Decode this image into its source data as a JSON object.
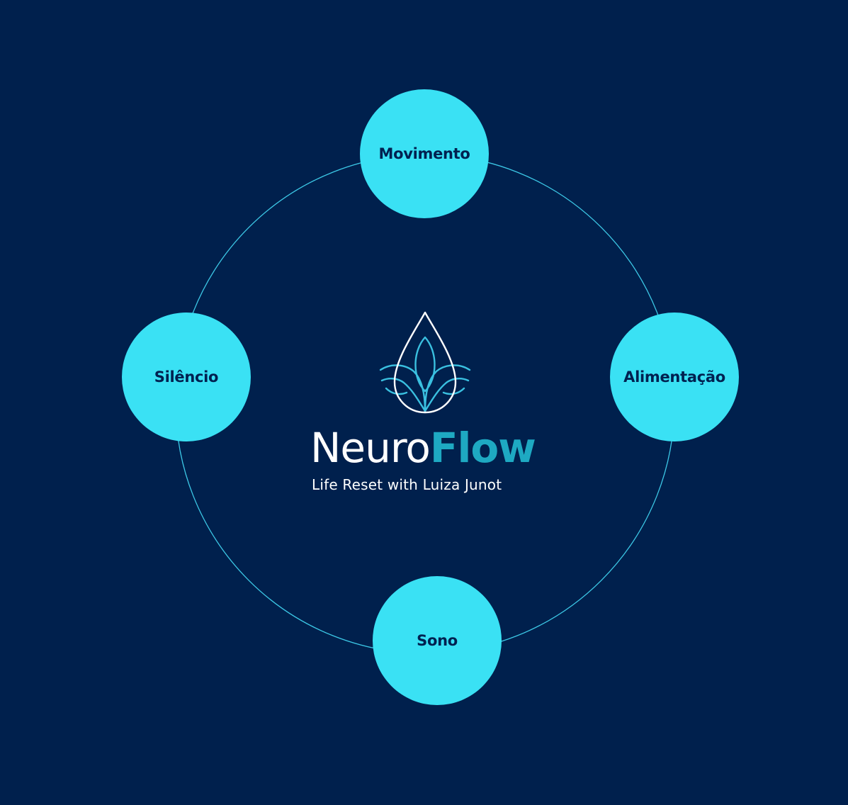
{
  "colors": {
    "background": "#00204D",
    "node_fill": "#3AE1F4",
    "node_text": "#012150",
    "ring_stroke": "#3CC8E6",
    "logo_white": "#FFFFFF",
    "logo_accent": "#3AC0E0",
    "brand_accent": "#1EA9C2",
    "text_white": "#FFFFFF"
  },
  "brand": {
    "title_part_1": "Neuro",
    "title_part_2": "Flow",
    "subtitle": "Life Reset with Luiza Junot",
    "logo_icon": "water-drop-lotus-icon"
  },
  "nodes": [
    {
      "id": "movimento",
      "label": "Movimento"
    },
    {
      "id": "alimentacao",
      "label": "Alimentação"
    },
    {
      "id": "sono",
      "label": "Sono"
    },
    {
      "id": "silencio",
      "label": "Silêncio"
    }
  ]
}
